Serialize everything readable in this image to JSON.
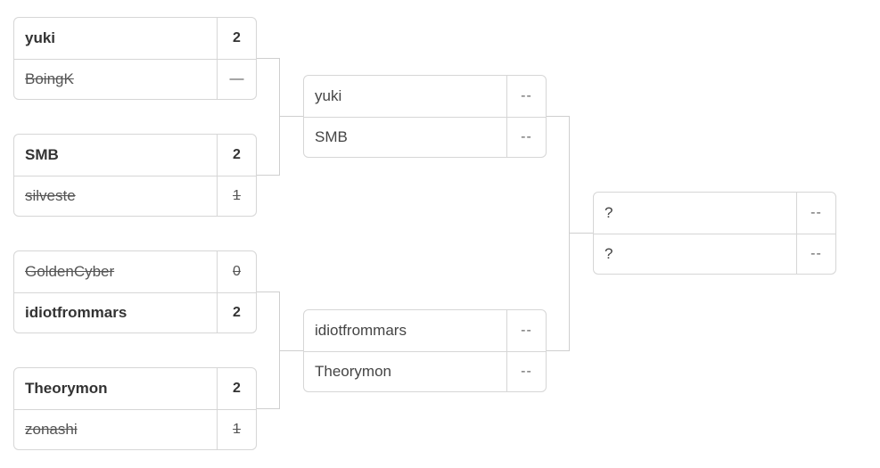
{
  "bracket": {
    "round1": [
      {
        "p1": {
          "name": "yuki",
          "score": "2",
          "status": "winner"
        },
        "p2": {
          "name": "BoingK",
          "score": "—",
          "status": "loser"
        }
      },
      {
        "p1": {
          "name": "SMB",
          "score": "2",
          "status": "winner"
        },
        "p2": {
          "name": "silveste",
          "score": "1",
          "status": "loser"
        }
      },
      {
        "p1": {
          "name": "GoldenCyber",
          "score": "0",
          "status": "loser"
        },
        "p2": {
          "name": "idiotfrommars",
          "score": "2",
          "status": "winner"
        }
      },
      {
        "p1": {
          "name": "Theorymon",
          "score": "2",
          "status": "winner"
        },
        "p2": {
          "name": "zonashi",
          "score": "1",
          "status": "loser"
        }
      }
    ],
    "round2": [
      {
        "p1": {
          "name": "yuki",
          "score": "--",
          "status": "pending"
        },
        "p2": {
          "name": "SMB",
          "score": "--",
          "status": "pending"
        }
      },
      {
        "p1": {
          "name": "idiotfrommars",
          "score": "--",
          "status": "pending"
        },
        "p2": {
          "name": "Theorymon",
          "score": "--",
          "status": "pending"
        }
      }
    ],
    "final": [
      {
        "p1": {
          "name": "?",
          "score": "--",
          "status": "pending"
        },
        "p2": {
          "name": "?",
          "score": "--",
          "status": "pending"
        }
      }
    ]
  }
}
